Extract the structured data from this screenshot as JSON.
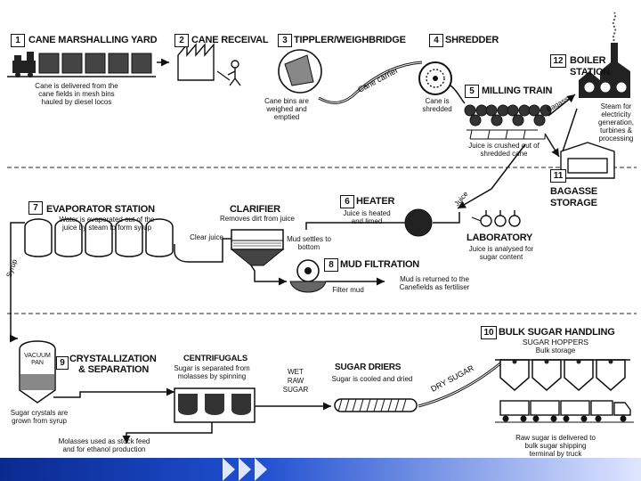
{
  "steps": {
    "s1": {
      "num": "1",
      "title": "CANE MARSHALLING YARD",
      "desc": [
        "Cane is delivered from the",
        "cane fields in mesh bins",
        "hauled by diesel locos"
      ]
    },
    "s2": {
      "num": "2",
      "title": "CANE RECEIVAL"
    },
    "s3": {
      "num": "3",
      "title": "TIPPLER/WEIGHBRIDGE",
      "desc": [
        "Cane bins are",
        "weighed and",
        "emptied"
      ]
    },
    "s4": {
      "num": "4",
      "title": "SHREDDER",
      "desc": [
        "Cane is",
        "shredded"
      ]
    },
    "s5": {
      "num": "5",
      "title": "MILLING TRAIN",
      "desc": [
        "Juice is crushed out of",
        "shredded cane"
      ]
    },
    "s6": {
      "num": "6",
      "title": "HEATER",
      "desc": [
        "Juice is heated",
        "and limed"
      ]
    },
    "s7": {
      "num": "7",
      "title": "EVAPORATOR STATION",
      "desc": [
        "Water is evaporated out of the",
        "juice by steam to form syrup"
      ]
    },
    "s8": {
      "num": "8",
      "title": "MUD FILTRATION",
      "desc": [
        "Mud is returned to the",
        "Canefields as fertiliser"
      ]
    },
    "s9": {
      "num": "9",
      "title": [
        "CRYSTALLIZATION",
        "& SEPARATION"
      ],
      "desc": [
        "Sugar crystals are",
        "grown from syrup"
      ]
    },
    "s10": {
      "num": "10",
      "title": "BULK SUGAR HANDLING",
      "sub": "SUGAR HOPPERS",
      "sub2": "Bulk storage",
      "desc": [
        "Raw sugar is delivered to",
        "bulk sugar shipping",
        "terminal by truck"
      ]
    },
    "s11": {
      "num": "11",
      "title": [
        "BAGASSE",
        "STORAGE"
      ]
    },
    "s12": {
      "num": "12",
      "title": [
        "BOILER",
        "STATION"
      ],
      "desc": [
        "Steam for",
        "electricity",
        "generation,",
        "turbines &",
        "processing"
      ]
    }
  },
  "clarifier": {
    "title": "CLARIFIER",
    "desc": "Removes dirt from juice",
    "clear": "Clear juice",
    "mud": [
      "Mud settles to",
      "bottom"
    ]
  },
  "laboratory": {
    "title": "LABORATORY",
    "desc": [
      "Juice is analysed for",
      "sugar content"
    ]
  },
  "centrifugals": {
    "title": "CENTRIFUGALS",
    "desc": [
      "Sugar is separated from",
      "molasses by spinning"
    ],
    "molasses": [
      "Molasses used as stock feed",
      "and for ethanol production"
    ]
  },
  "driers": {
    "title": "SUGAR DRIERS",
    "desc": "Sugar is cooled and dried"
  },
  "wet_raw_sugar": [
    "WET",
    "RAW",
    "SUGAR"
  ],
  "vacuum_pan": [
    "VACUUM",
    "PAN"
  ],
  "flow_labels": {
    "cane_carrier": "Cane carrier",
    "bagasse": "Bagasse",
    "juice": "Juice",
    "syrup": "Syrup",
    "filter_mud": "Filter mud",
    "dry_sugar": "DRY SUGAR"
  }
}
